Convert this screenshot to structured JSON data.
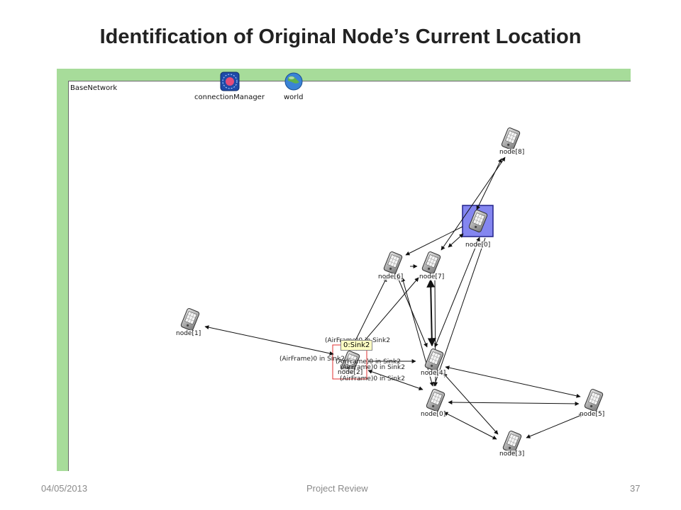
{
  "slide": {
    "title": "Identification of Original Node’s Current Location",
    "footer_date": "04/05/2013",
    "footer_center": "Project Review",
    "footer_page": "37"
  },
  "network": {
    "name": "BaseNetwork",
    "modules": [
      {
        "label": "connectionManager",
        "icon": "connection-manager-icon"
      },
      {
        "label": "world",
        "icon": "globe-icon"
      }
    ],
    "nodes": {
      "n8": "node[8]",
      "n0_selected": "node[0]",
      "n6": "node[6]",
      "n7": "node[7]",
      "n1": "node[1]",
      "n2": "node[2]",
      "n4": "node[4]",
      "n0": "node[0]",
      "n5": "node[5]",
      "n3": "node[3]"
    },
    "message_labels": [
      "(AirFrame)0 in Sink2",
      "(AirFrame)0 in Sink2",
      "(AirFrame)0 in Sink2",
      "(AirFrame)0 in Sink2",
      "(AirFrame)0 in Sink2"
    ],
    "tooltip": "0:Sink2",
    "colors": {
      "canvas_border": "#a7dc9a",
      "selection_fill": "#8486f0",
      "highlight_box": "#e03030",
      "tooltip_bg": "#ffffc4"
    }
  }
}
